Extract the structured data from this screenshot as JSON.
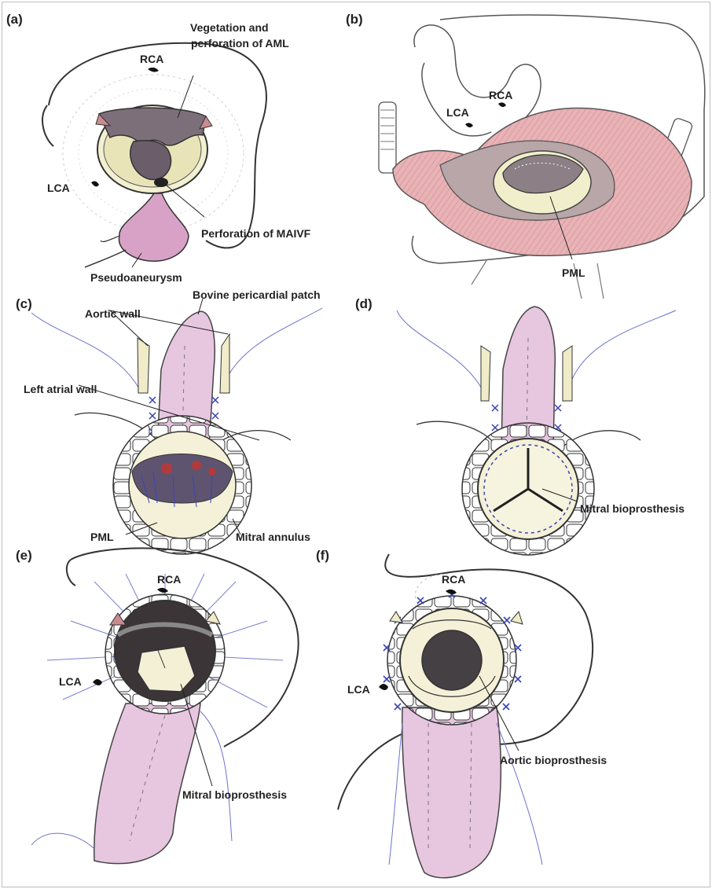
{
  "panels": {
    "a": {
      "label": "(a)",
      "annotations": {
        "vegetation_line1": "Vegetation and",
        "vegetation_line2": "perforation of AML",
        "rca": "RCA",
        "lca": "LCA",
        "perforation": "Perforation of MAIVF",
        "pseudoaneurysm": "Pseudoaneurysm"
      }
    },
    "b": {
      "label": "(b)",
      "annotations": {
        "lca": "LCA",
        "rca": "RCA",
        "pml": "PML"
      }
    },
    "c": {
      "label": "(c)",
      "annotations": {
        "patch": "Bovine pericardial patch",
        "aortic_wall": "Aortic wall",
        "left_atrial_wall": "Left atrial wall",
        "pml": "PML",
        "mitral_annulus": "Mitral annulus"
      }
    },
    "d": {
      "label": "(d)",
      "annotations": {
        "mitral_bioprosthesis": "Mitral bioprosthesis"
      }
    },
    "e": {
      "label": "(e)",
      "annotations": {
        "rca": "RCA",
        "lca": "LCA",
        "mitral_bioprosthesis": "Mitral bioprosthesis"
      }
    },
    "f": {
      "label": "(f)",
      "annotations": {
        "rca": "RCA",
        "lca": "LCA",
        "aortic_bioprosthesis": "Aortic bioprosthesis"
      }
    }
  },
  "colors": {
    "tissue_pink": "#e7bfd8",
    "muscle_red": "#d7898f",
    "suture_blue": "#3a44b6",
    "valve_cream": "#f4f1d8",
    "ink": "#222222"
  }
}
